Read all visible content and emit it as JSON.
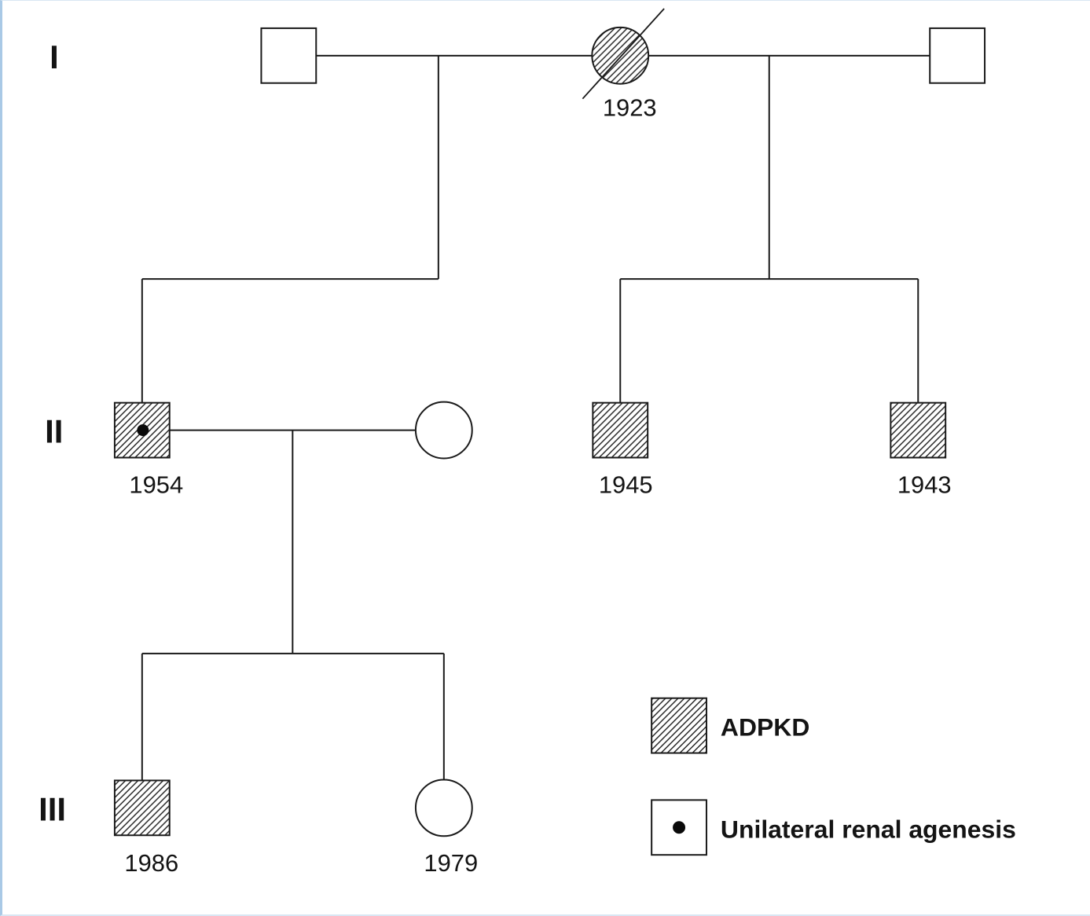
{
  "pedigree": {
    "type": "family-pedigree-chart",
    "colors": {
      "line": "#1a1a1a",
      "background": "#ffffff",
      "edge_accent": "#a9c9e6"
    },
    "generations": [
      {
        "label": "I"
      },
      {
        "label": "II"
      },
      {
        "label": "III"
      }
    ],
    "individuals": {
      "I1": {
        "id": "I-1",
        "sex": "male",
        "affected": false,
        "deceased": false,
        "year": ""
      },
      "I2": {
        "id": "I-2",
        "sex": "female",
        "affected": true,
        "deceased": true,
        "year": "1923"
      },
      "I3": {
        "id": "I-3",
        "sex": "male",
        "affected": false,
        "deceased": false,
        "year": ""
      },
      "II1": {
        "id": "II-1",
        "sex": "male",
        "affected": true,
        "unilateral_renal_agenesis": true,
        "year": "1954"
      },
      "II2": {
        "id": "II-2",
        "sex": "female",
        "affected": false,
        "year": ""
      },
      "II3": {
        "id": "II-3",
        "sex": "male",
        "affected": true,
        "year": "1945"
      },
      "II4": {
        "id": "II-4",
        "sex": "male",
        "affected": true,
        "year": "1943"
      },
      "III1": {
        "id": "III-1",
        "sex": "male",
        "affected": true,
        "year": "1986"
      },
      "III2": {
        "id": "III-2",
        "sex": "female",
        "affected": false,
        "year": "1979"
      }
    },
    "legend": [
      {
        "symbol": "hatched-square",
        "label": "ADPKD"
      },
      {
        "symbol": "square-with-dot",
        "label": "Unilateral renal agenesis"
      }
    ]
  }
}
